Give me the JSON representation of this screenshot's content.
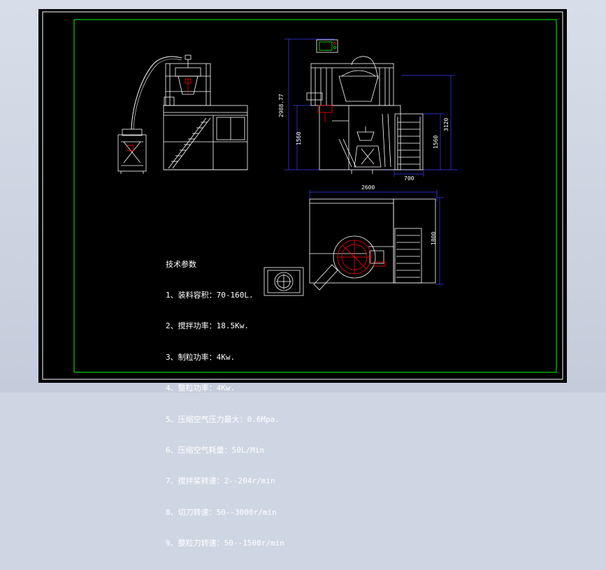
{
  "colors": {
    "viewport_bg": "#cfd6e3",
    "sheet_bg": "#000000",
    "frame_outer": "#ffffff",
    "frame_inner": "#00ff00",
    "linework": "#ffffff",
    "dimension": "#3a3aff",
    "accent": "#ff0000",
    "panel": "#00ff00"
  },
  "dimensions": {
    "total_height": "2988.77",
    "body_height": "1560",
    "right_height": "3120",
    "platform_height": "1560",
    "platform_width": "700",
    "plan_width": "2600",
    "plan_depth": "1800"
  },
  "specs": {
    "title": "技术参数",
    "items": [
      "1、装料容积：70-160L.",
      "2、搅拌功率：18.5Kw.",
      "3、制粒功率：4Kw.",
      "4、整粒功率：4Kw.",
      "5、压缩空气压力最大：0.6Mpa.",
      "6、压缩空气耗量：50L/Min",
      "7、搅拌桨转速：2--204r/min",
      "8、切刀转速：50--3000r/min",
      "9、整粒刀转速：50--1500r/min"
    ]
  }
}
